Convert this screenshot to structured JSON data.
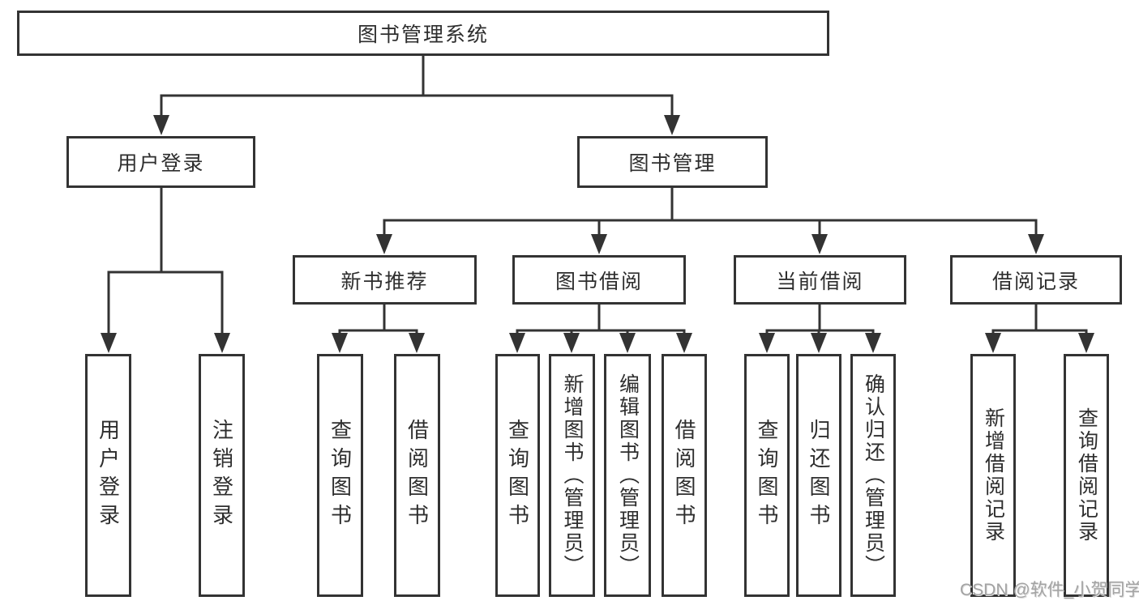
{
  "diagram": {
    "type": "hierarchy-tree",
    "root": {
      "label": "图书管理系统"
    },
    "level2": [
      {
        "label": "用户登录"
      },
      {
        "label": "图书管理"
      }
    ],
    "level3": [
      {
        "label": "新书推荐",
        "parent": "图书管理"
      },
      {
        "label": "图书借阅",
        "parent": "图书管理"
      },
      {
        "label": "当前借阅",
        "parent": "图书管理"
      },
      {
        "label": "借阅记录",
        "parent": "图书管理"
      }
    ],
    "leaves": [
      {
        "label": "用户登录",
        "parent": "用户登录"
      },
      {
        "label": "注销登录",
        "parent": "用户登录"
      },
      {
        "label": "查询图书",
        "parent": "新书推荐"
      },
      {
        "label": "借阅图书",
        "parent": "新书推荐"
      },
      {
        "label": "查询图书",
        "parent": "图书借阅"
      },
      {
        "label": "新增图书（管理员）",
        "parent": "图书借阅"
      },
      {
        "label": "编辑图书（管理员）",
        "parent": "图书借阅"
      },
      {
        "label": "借阅图书",
        "parent": "图书借阅"
      },
      {
        "label": "查询图书",
        "parent": "当前借阅"
      },
      {
        "label": "归还图书",
        "parent": "当前借阅"
      },
      {
        "label": "确认归还（管理员）",
        "parent": "当前借阅"
      },
      {
        "label": "新增借阅记录",
        "parent": "借阅记录"
      },
      {
        "label": "查询借阅记录",
        "parent": "借阅记录"
      }
    ]
  },
  "watermark": {
    "text": "CSDN @软件_小贺同学"
  },
  "colors": {
    "line": "#333333",
    "border": "#333333",
    "text": "#2e2e2e",
    "watermark": "#a3a3a3",
    "background": "#ffffff"
  }
}
